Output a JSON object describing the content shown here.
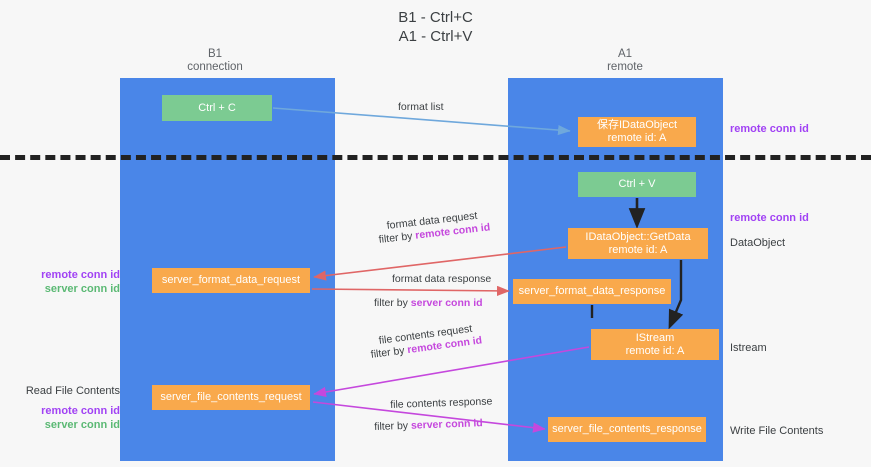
{
  "title": "B1 - Ctrl+C\nA1 - Ctrl+V",
  "columns": {
    "left": {
      "header": "B1\nconnection"
    },
    "right": {
      "header": "A1\nremote"
    }
  },
  "colors": {
    "lane": "#4a86e8",
    "node_green": "#7ccb92",
    "node_orange": "#f9a94c",
    "remote_conn_id": "#a142f4",
    "server_conn_id": "#5bb974",
    "arrow_format_list": "#6fa8dc",
    "arrow_format_data": "#e06666",
    "arrow_file_contents": "#c548dd",
    "arrow_internal": "#222222",
    "divider": "#222222"
  },
  "nodes": {
    "ctrl_c": "Ctrl + C",
    "idataobject": "保存IDataObject\nremote id: A",
    "ctrl_v": "Ctrl + V",
    "getdata": "IDataObject::GetData\nremote id: A",
    "server_format_data_request": "server_format_data_request",
    "server_format_data_response": "server_format_data_response",
    "istream": "IStream\nremote id: A",
    "server_file_contents_request": "server_file_contents_request",
    "server_file_contents_response": "server_file_contents_response"
  },
  "edges": {
    "format_list": "format list",
    "format_data_request": "format data request",
    "format_data_request_filter_prefix": "filter by ",
    "format_data_request_filter_key": "remote conn id",
    "format_data_response": "format data response",
    "format_data_response_filter_prefix": "filter by ",
    "format_data_response_filter_key": "server conn id",
    "file_contents_request": "file contents request",
    "file_contents_request_filter_prefix": "filter by ",
    "file_contents_request_filter_key": "remote conn id",
    "file_contents_response": "file contents response",
    "file_contents_response_filter_prefix": "filter by ",
    "file_contents_response_filter_key": "server conn id"
  },
  "annotations": {
    "right_remote_conn_id_top": "remote conn id",
    "right_remote_conn_id_mid": "remote conn id",
    "right_dataobject": "DataObject",
    "right_istream": "Istream",
    "right_write_file_contents": "Write File Contents",
    "left_remote_conn_id": "remote conn id",
    "left_server_conn_id": "server conn id",
    "left_read_file_contents": "Read File Contents",
    "left_remote_conn_id_2": "remote conn id",
    "left_server_conn_id_2": "server conn id"
  }
}
